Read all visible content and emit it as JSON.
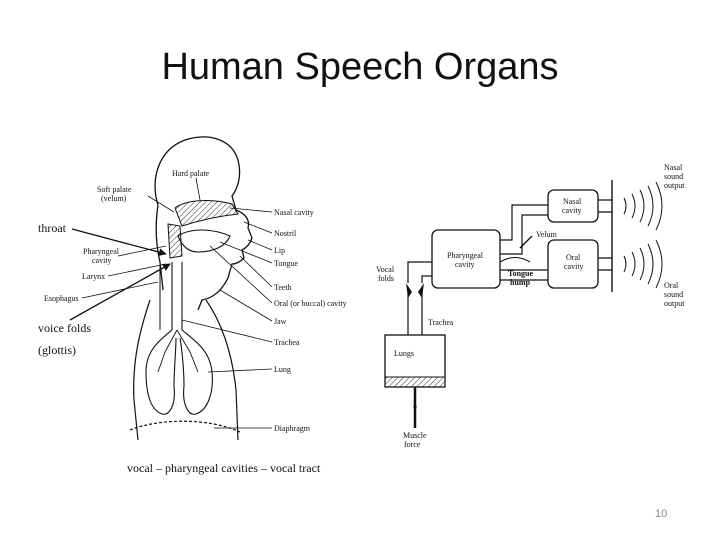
{
  "slide": {
    "title": "Human Speech Organs",
    "page_number": "10"
  },
  "anatomy_diagram": {
    "labels_left": {
      "soft_palate_1": "Soft palate",
      "soft_palate_2": "(velum)",
      "hard_palate": "Hard palate",
      "pharyngeal_1": "Pharyngeal",
      "pharyngeal_2": "cavity",
      "larynx": "Larynx",
      "esophagus": "Esophagus"
    },
    "labels_right": {
      "nasal_cavity": "Nasal cavity",
      "nostril": "Nostril",
      "lip": "Lip",
      "tongue": "Tongue",
      "teeth": "Teeth",
      "oral_cavity": "Oral (or buccal) cavity",
      "jaw": "Jaw",
      "trachea": "Trachea",
      "lung": "Lung",
      "diaphragm": "Diaphragm"
    },
    "annotations": {
      "throat": "throat",
      "voice_folds": "voice folds",
      "glottis": "(glottis)"
    },
    "caption": "vocal – pharyngeal cavities – vocal tract"
  },
  "schematic_diagram": {
    "nasal_cavity_1": "Nasal",
    "nasal_cavity_2": "cavity",
    "nasal_output_1": "Nasal",
    "nasal_output_2": "sound",
    "nasal_output_3": "output",
    "velum": "Velum",
    "pharyngeal_1": "Pharyngeal",
    "pharyngeal_2": "cavity",
    "oral_cavity_1": "Oral",
    "oral_cavity_2": "cavity",
    "oral_output_1": "Oral",
    "oral_output_2": "sound",
    "oral_output_3": "output",
    "vocal_folds_1": "Vocal",
    "vocal_folds_2": "folds",
    "tongue_hump_1": "Tongue",
    "tongue_hump_2": "hump",
    "trachea": "Trachea",
    "lungs": "Lungs",
    "muscle_force_1": "Muscle",
    "muscle_force_2": "force"
  }
}
